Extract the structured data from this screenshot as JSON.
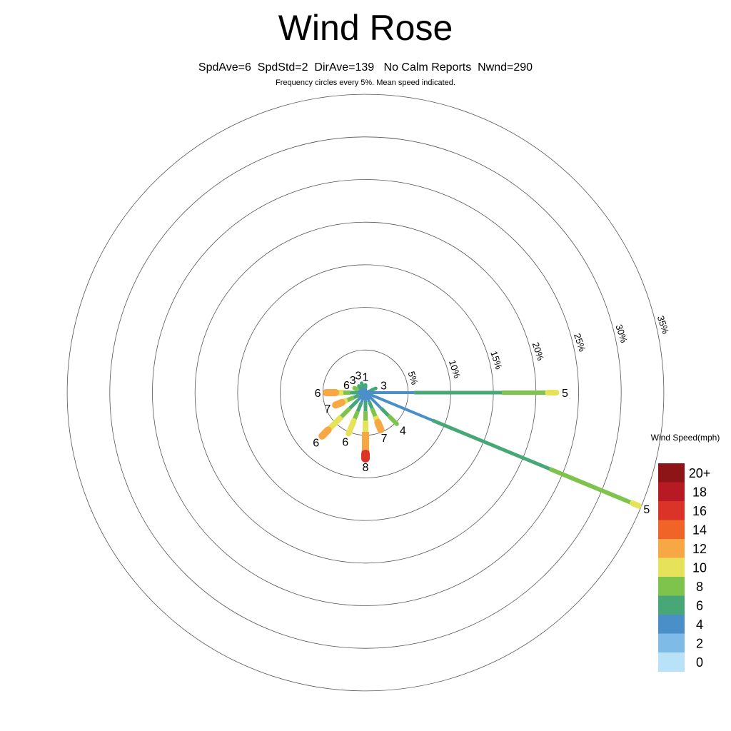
{
  "chart_data": {
    "type": "wind-rose",
    "title": "Wind Rose",
    "stats": {
      "text": "SpdAve=6  SpdStd=2  DirAve=139   No Calm Reports  Nwnd=290"
    },
    "note": "Frequency circles every 5%. Mean speed indicated.",
    "rings": [
      "5%",
      "10%",
      "15%",
      "20%",
      "25%",
      "30%",
      "35%"
    ],
    "ring_step_pct": 5,
    "legend": {
      "title": "Wind Speed(mph)",
      "bins": [
        {
          "label": "20+",
          "color": "#8e1418"
        },
        {
          "label": "18",
          "color": "#b81a24"
        },
        {
          "label": "16",
          "color": "#dc3328"
        },
        {
          "label": "14",
          "color": "#f06428"
        },
        {
          "label": "12",
          "color": "#f7a845"
        },
        {
          "label": "10",
          "color": "#e6e25a"
        },
        {
          "label": "8",
          "color": "#7ec44c"
        },
        {
          "label": "6",
          "color": "#48a776"
        },
        {
          "label": "4",
          "color": "#4a8fc8"
        },
        {
          "label": "2",
          "color": "#7ebbe6"
        },
        {
          "label": "0",
          "color": "#b8e2f8"
        }
      ]
    },
    "spokes": [
      {
        "dir": 0,
        "mean": "1",
        "segments": [
          [
            "4",
            0.6
          ],
          [
            "6",
            0.9
          ]
        ]
      },
      {
        "dir": 337.5,
        "mean": "3",
        "segments": [
          [
            "4",
            0.8
          ],
          [
            "6",
            1.2
          ]
        ]
      },
      {
        "dir": 315,
        "mean": "3",
        "segments": [
          [
            "4",
            0.8
          ],
          [
            "6",
            1.1
          ]
        ]
      },
      {
        "dir": 292.5,
        "mean": "6",
        "segments": [
          [
            "4",
            0.8
          ],
          [
            "6",
            1.1
          ],
          [
            "8",
            1.4
          ]
        ]
      },
      {
        "dir": 67.5,
        "mean": "3",
        "segments": [
          [
            "4",
            0.8
          ],
          [
            "6",
            1.3
          ]
        ]
      },
      {
        "dir": 90,
        "mean": "5",
        "segments": [
          [
            "4",
            5.7
          ],
          [
            "6",
            16.0
          ],
          [
            "8",
            21.4
          ],
          [
            "10",
            22.4
          ]
        ]
      },
      {
        "dir": 112.5,
        "mean": "5",
        "segments": [
          [
            "4",
            8.5
          ],
          [
            "6",
            23.4
          ],
          [
            "8",
            33.9
          ],
          [
            "10",
            34.7
          ]
        ]
      },
      {
        "dir": 135,
        "mean": "4",
        "segments": [
          [
            "4",
            2.6
          ],
          [
            "6",
            4.0
          ],
          [
            "8",
            5.2
          ]
        ]
      },
      {
        "dir": 157.5,
        "mean": "7",
        "segments": [
          [
            "4",
            1.2
          ],
          [
            "6",
            2.0
          ],
          [
            "8",
            3.0
          ],
          [
            "10",
            3.8
          ],
          [
            "12",
            4.7
          ]
        ]
      },
      {
        "dir": 180,
        "mean": "8",
        "segments": [
          [
            "4",
            1.0
          ],
          [
            "6",
            2.2
          ],
          [
            "8",
            3.3
          ],
          [
            "10",
            4.6
          ],
          [
            "12",
            6.8
          ],
          [
            "14",
            7.2
          ],
          [
            "16",
            7.7
          ]
        ]
      },
      {
        "dir": 202.5,
        "mean": "6",
        "segments": [
          [
            "4",
            1.3
          ],
          [
            "6",
            2.4
          ],
          [
            "8",
            3.6
          ],
          [
            "10",
            5.2
          ]
        ]
      },
      {
        "dir": 225,
        "mean": "6",
        "segments": [
          [
            "4",
            1.3
          ],
          [
            "6",
            2.6
          ],
          [
            "8",
            4.0
          ],
          [
            "10",
            6.2
          ],
          [
            "12",
            7.2
          ]
        ]
      },
      {
        "dir": 247.5,
        "mean": "7",
        "segments": [
          [
            "4",
            0.8
          ],
          [
            "6",
            1.5
          ],
          [
            "8",
            2.3
          ],
          [
            "10",
            3.0
          ],
          [
            "12",
            3.8
          ]
        ]
      },
      {
        "dir": 270,
        "mean": "6",
        "segments": [
          [
            "4",
            1.0
          ],
          [
            "6",
            1.8
          ],
          [
            "8",
            2.6
          ],
          [
            "10",
            3.5
          ],
          [
            "12",
            4.6
          ]
        ]
      }
    ]
  }
}
